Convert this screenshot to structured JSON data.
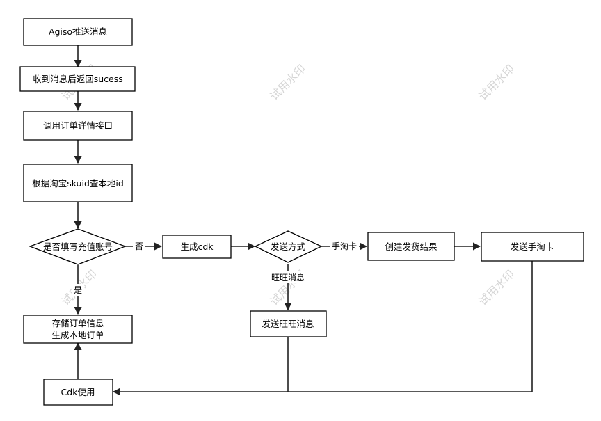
{
  "nodes": {
    "agiso_push": "Agiso推送消息",
    "return_success": "收到消息后返回sucess",
    "call_order_api": "调用订单详情接口",
    "lookup_local_id": "根据淘宝skuid查本地id",
    "check_recharge_account": "是否填写充值账号",
    "gen_cdk": "生成cdk",
    "send_method": "发送方式",
    "create_delivery": "创建发货结果",
    "send_taobao_card": "发送手淘卡",
    "send_wangwang": "发送旺旺消息",
    "store_order_line1": "存储订单信息",
    "store_order_line2": "生成本地订单",
    "cdk_use": "Cdk使用"
  },
  "edge_labels": {
    "no": "否",
    "yes": "是",
    "taobao_card": "手淘卡",
    "wangwang": "旺旺消息"
  },
  "watermark": "试用水印",
  "colors": {
    "stroke": "#000000",
    "edge": "#222222",
    "watermark": "#c8c8c8"
  }
}
